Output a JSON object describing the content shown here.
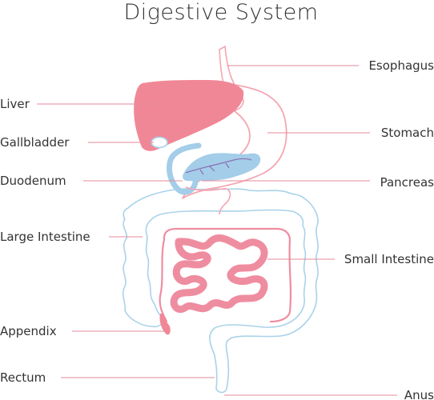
{
  "title": "Digestive System",
  "labels": {
    "esophagus": "Esophagus",
    "liver": "Liver",
    "stomach": "Stomach",
    "gallbladder": "Gallbladder",
    "duodenum": "Duodenum",
    "pancreas": "Pancreas",
    "large_intestine": "Large Intestine",
    "small_intestine": "Small Intestine",
    "appendix": "Appendix",
    "rectum": "Rectum",
    "anus": "Anus"
  },
  "colors": {
    "organ_pink": "#f08797",
    "organ_pink_light": "#f5a5b2",
    "outline_pink": "#e58a9a",
    "pancreas_blue": "#a3cde8",
    "outline_blue": "#a9d2ea",
    "vein_purple": "#8b6fb3"
  }
}
